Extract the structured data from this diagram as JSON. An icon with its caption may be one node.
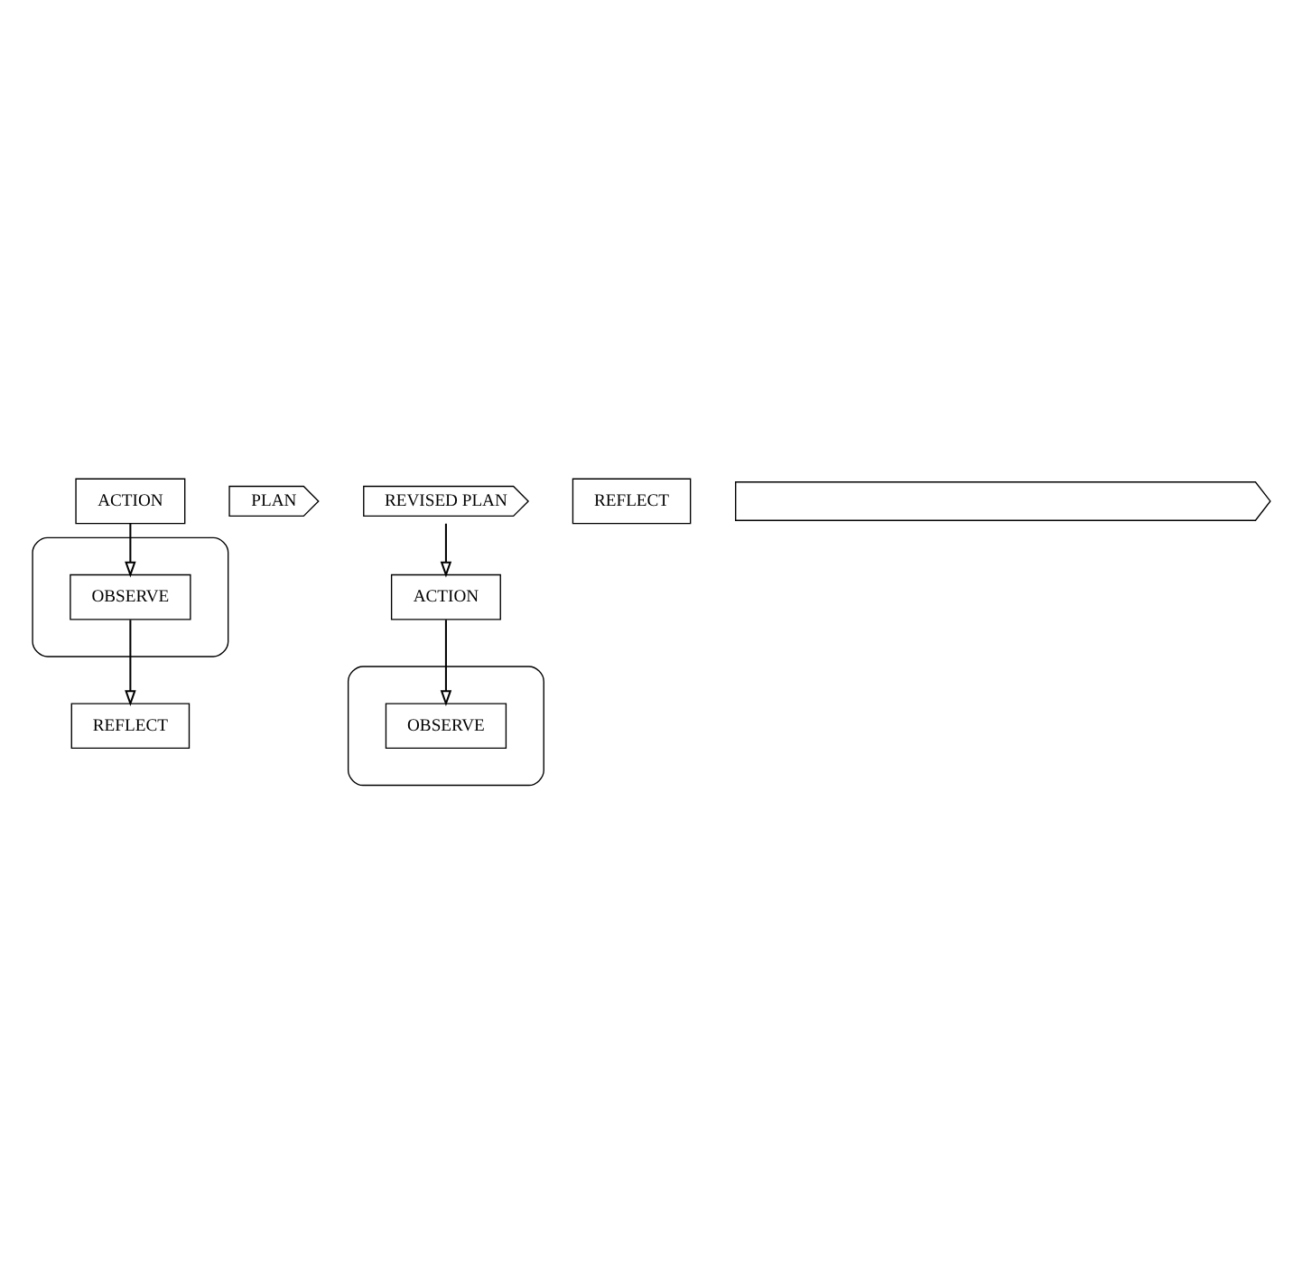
{
  "diagram": {
    "nodes": [
      {
        "text": [],
        "shape": "ellipse"
      },
      {
        "text": [
          "REFLECT"
        ]
      },
      {
        "text": [
          "PLAN"
        ]
      },
      {
        "text": [
          "OBSERVE"
        ],
        "in": 0
      },
      {
        "text": [
          "ACTION"
        ]
      },
      {
        "text": [],
        "shape": "ellipse"
      },
      {
        "text": [
          "REFLECT"
        ]
      },
      {
        "text": [
          "REVISED PLAN"
        ]
      },
      {
        "text": [
          "OBSERVE"
        ],
        "in": 5
      },
      {
        "text": [
          "ACTION"
        ]
      },
      {
        "text": [],
        "shape": "band"
      }
    ],
    "edges": [
      {
        "from": 3,
        "to": 1,
        "arrow": "to"
      },
      {
        "from": 4,
        "to": 3,
        "arrow": "to"
      },
      {
        "from": 7,
        "to": 9,
        "arrow": "to"
      },
      {
        "from": 9,
        "to": 8,
        "arrow": "to"
      }
    ]
  }
}
